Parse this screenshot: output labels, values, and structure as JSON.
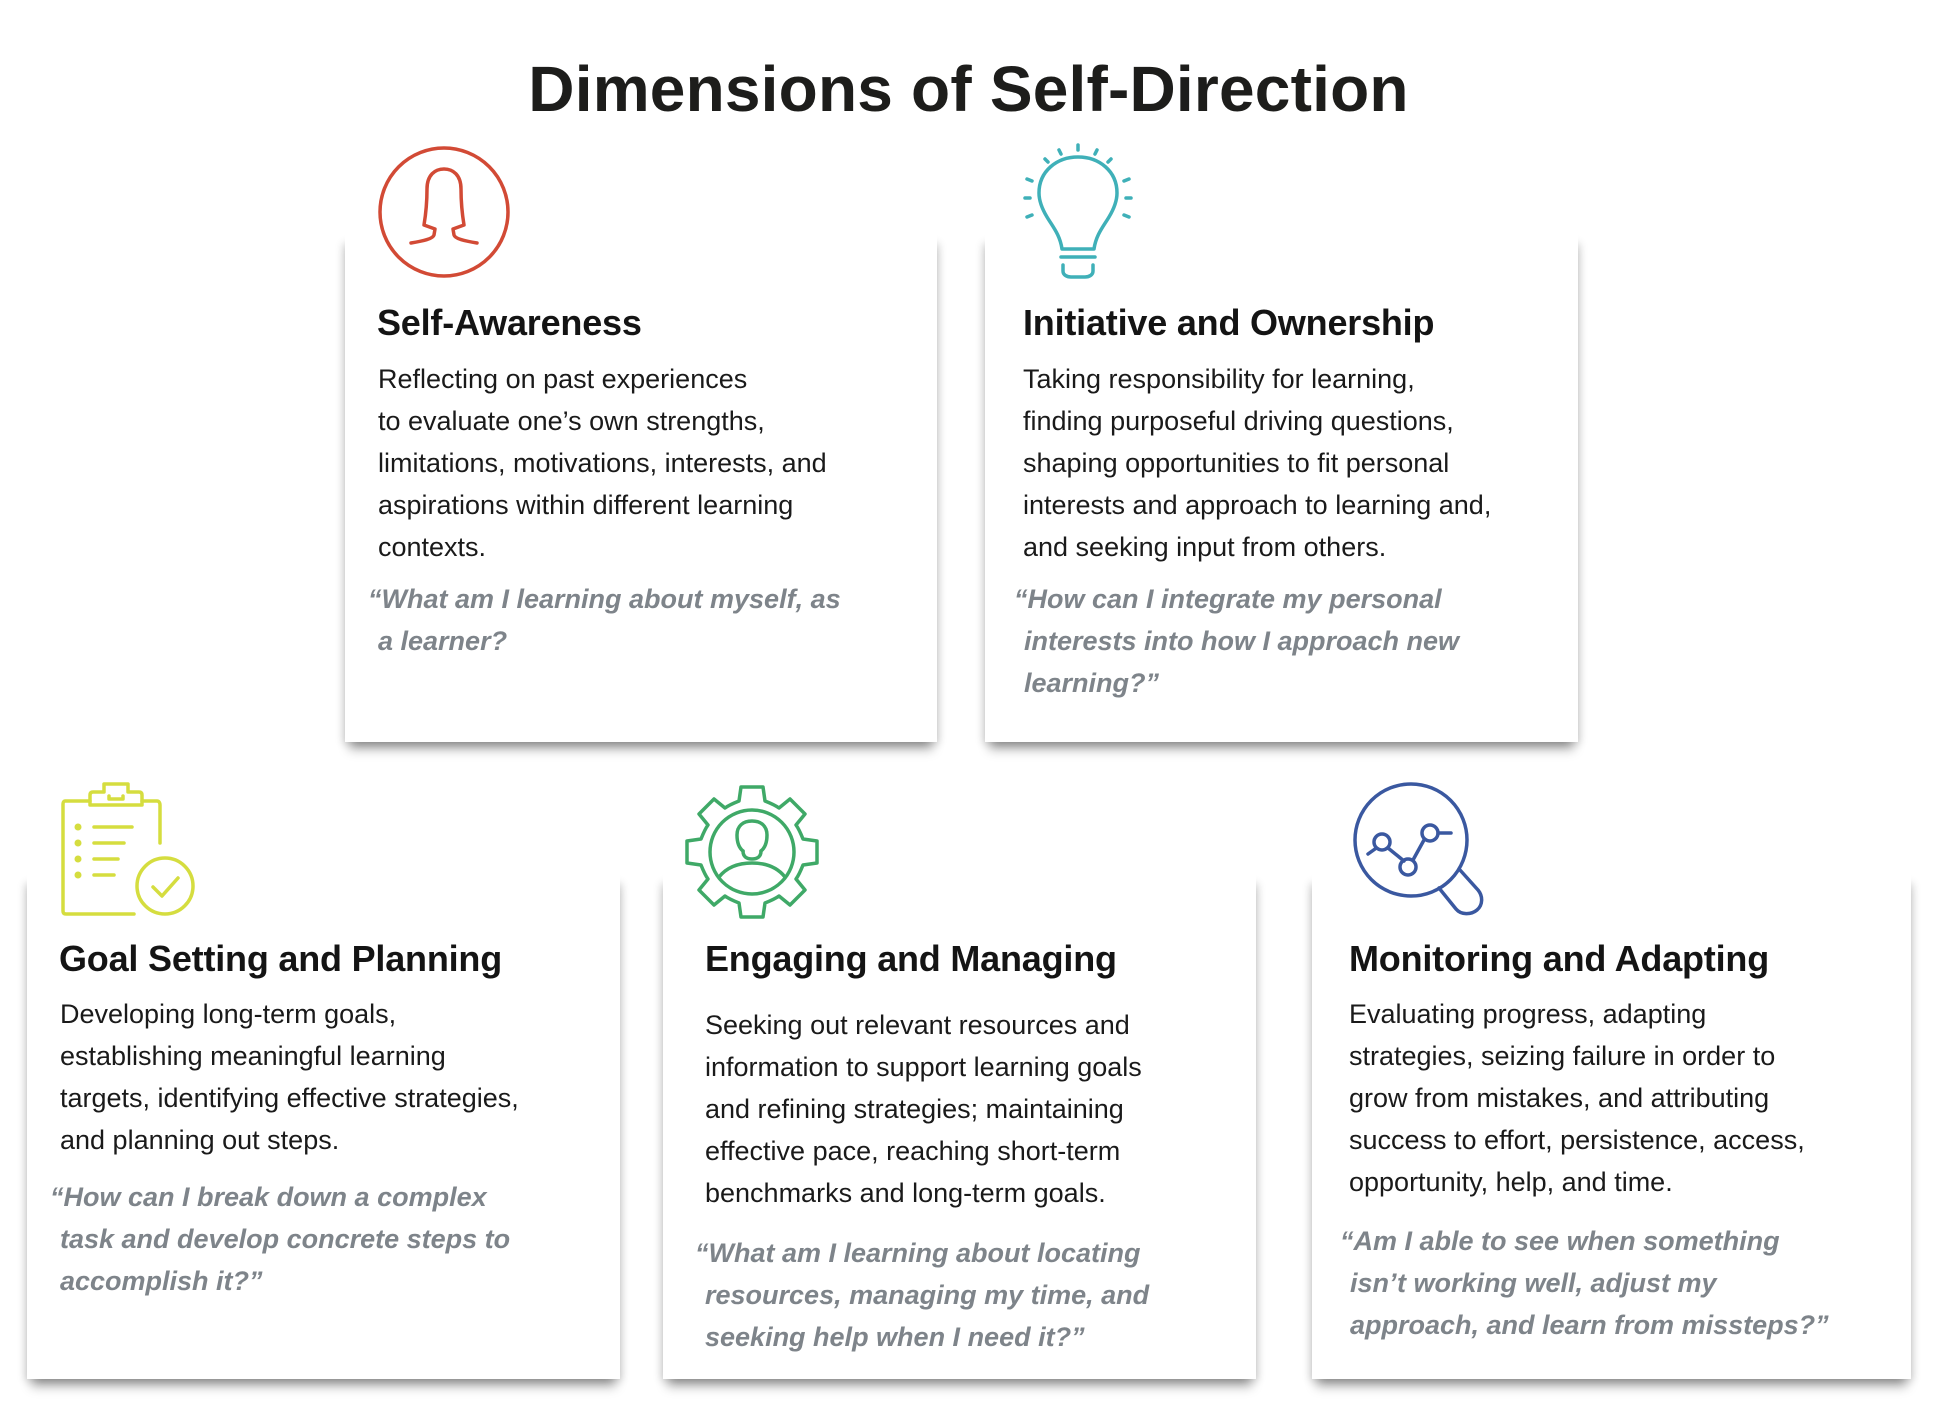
{
  "title": "Dimensions of Self-Direction",
  "colors": {
    "self_awareness": "#d24a35",
    "initiative": "#3fb0b8",
    "goal_setting": "#d5dd3f",
    "engaging": "#3fa967",
    "monitoring": "#3a58a0",
    "quote_text": "#7e848a",
    "body_text": "#1a1a1a"
  },
  "cards": [
    {
      "id": "self-awareness",
      "icon": "person-circle-icon",
      "heading": "Self-Awareness",
      "body": "Reflecting on past experiences\nto evaluate one’s own strengths,\nlimitations, motivations, interests, and\naspirations within different learning\ncontexts.",
      "quote": "“What am I learning about myself, as\na learner?"
    },
    {
      "id": "initiative-and-ownership",
      "icon": "lightbulb-icon",
      "heading": "Initiative and Ownership",
      "body": "Taking responsibility for learning,\nfinding purposeful driving questions,\nshaping opportunities to fit personal\ninterests and approach to learning and,\nand seeking input from others.",
      "quote": "“How can I integrate my personal\ninterests into how I approach new\nlearning?”"
    },
    {
      "id": "goal-setting-and-planning",
      "icon": "clipboard-check-icon",
      "heading": "Goal Setting and Planning",
      "body": "Developing long-term goals,\nestablishing meaningful learning\ntargets, identifying effective strategies,\nand planning out steps.",
      "quote": "“How can I break down a complex\ntask and develop concrete steps to\naccomplish it?”"
    },
    {
      "id": "engaging-and-managing",
      "icon": "gear-person-icon",
      "heading": "Engaging and Managing",
      "body": "Seeking out relevant resources and\ninformation to support learning goals\nand refining strategies; maintaining\neffective pace, reaching short-term\nbenchmarks and long-term goals.",
      "quote": "“What am I learning about locating\nresources, managing my time, and\nseeking help when I need it?”"
    },
    {
      "id": "monitoring-and-adapting",
      "icon": "magnifier-chart-icon",
      "heading": "Monitoring and Adapting",
      "body": "Evaluating progress, adapting\nstrategies, seizing failure in order to\ngrow from mistakes, and attributing\nsuccess to effort, persistence, access,\nopportunity, help, and time.",
      "quote": "“Am I able to see when something\nisn’t working well, adjust my\napproach, and learn from missteps?”"
    }
  ]
}
